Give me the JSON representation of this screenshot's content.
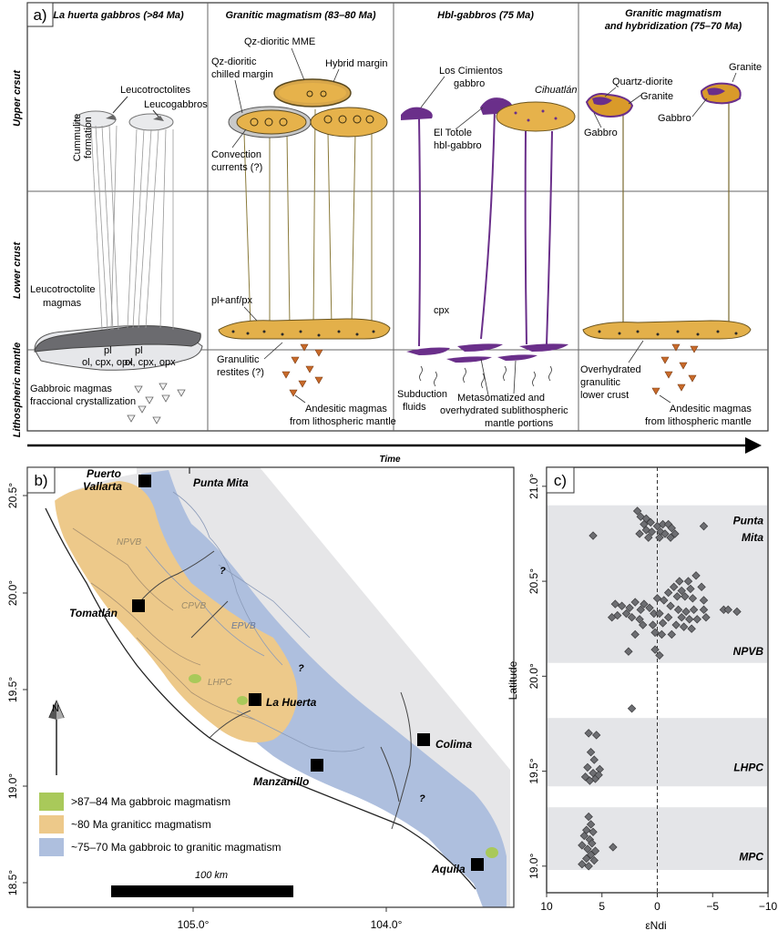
{
  "panel_a": {
    "tag": "a)",
    "headers": [
      "La huerta gabbros (>84 Ma)",
      "Granitic magmatism (83–80 Ma)",
      "Hbl-gabbros (75 Ma)",
      "Granitic magmatism",
      "and hybridization (75–70 Ma)"
    ],
    "rows": [
      "Upper crsut",
      "Lower crust",
      "Lithospheric mantle"
    ],
    "labels": {
      "cummulite": "Cummulite",
      "formation": "formation",
      "leucotroctolites": "Leucotroctolites",
      "leucogabbros": "Leucogabbros",
      "leucotroctolite": "Leucotroctolite",
      "magmas": "magmas",
      "pl1": "pl",
      "pl2": "pl",
      "ol1": "ol, cpx, opx",
      "ol2": "ol, cpx, opx",
      "gabbroic1": "Gabbroic magmas",
      "gabbroic2": "fraccional crystallization",
      "qzmme": "Qz-dioritic MME",
      "hybrid": "Hybrid margin",
      "qzchill1": "Qz-dioritic",
      "qzchill2": "chilled margin",
      "convection1": "Convection",
      "convection2": "currents (?)",
      "planf": "pl+anf/px",
      "granulitic1": "Granulitic",
      "granulitic2": "restites (?)",
      "andesitic1": "Andesitic magmas",
      "andesitic2": "from lithospheric mantle",
      "loscim1": "Los Cimientos",
      "loscim2": "gabbro",
      "cihuatlan": "Cihuatlán",
      "totole1": "El Totole",
      "totole2": "hbl-gabbro",
      "cpx": "cpx",
      "subduction1": "Subduction",
      "subduction2": "fluids",
      "metasom1": "Metasomatized and",
      "metasom2": "overhydrated sublithospheric",
      "metasom3": "mantle portions",
      "quartzdiorite": "Quartz-diorite",
      "granite1": "Granite",
      "granite2": "Granite",
      "gabbro1": "Gabbro",
      "gabbro2": "Gabbro",
      "overhyd1": "Overhydrated",
      "overhyd2": "granulitic",
      "overhyd3": "lower crust",
      "andesitic3": "Andesitic magmas",
      "andesitic4": "from lithospheric mantle"
    },
    "time_label": "Time"
  },
  "panel_b": {
    "tag": "b)",
    "towns": [
      "Puerto",
      "Vallarta",
      "Punta Mita",
      "Tomatlán",
      "La Huerta",
      "Colima",
      "Manzanillo",
      "Aquila"
    ],
    "units": [
      "NPVB",
      "CPVB",
      "EPVB",
      "LHPC"
    ],
    "question": "?",
    "north": "N",
    "legend": [
      {
        "label": ">87–84 Ma gabbroic magmatism",
        "color": "#a9c95a"
      },
      {
        "label": "~80 Ma graniticc magmatism",
        "color": "#edc98a"
      },
      {
        "label": "~75–70 Ma gabbroic to granitic magmatism",
        "color": "#aebfde"
      }
    ],
    "scale_label": "100 km",
    "x_ticks": [
      "105.0°",
      "104.0°"
    ],
    "y_ticks": [
      "20.5°",
      "20.0°",
      "19.5°",
      "19.0°",
      "18.5°"
    ]
  },
  "chart_data": {
    "type": "scatter",
    "tag": "c)",
    "xlabel": "εNdi",
    "ylabel": "Latitude",
    "xlim": [
      10,
      -10
    ],
    "ylim": [
      18.86,
      21.1
    ],
    "x_ticks": [
      10,
      5,
      0,
      -5,
      -10
    ],
    "x_tick_labels": [
      "10",
      "5",
      "0",
      "−5",
      "−10"
    ],
    "y_ticks": [
      19.0,
      19.5,
      20.0,
      20.5,
      21.0
    ],
    "y_tick_labels": [
      "19.0°",
      "19.5°",
      "20.0°",
      "20.5°",
      "21.0°"
    ],
    "bands": [
      {
        "label": "Punta",
        "label2": "Mita",
        "lat_min": 20.07,
        "lat_max": 20.9
      },
      {
        "label": "NPVB",
        "label2": "",
        "lat_min": 20.07,
        "lat_max": 20.07
      },
      {
        "label": "LHPC",
        "label2": "",
        "lat_min": 19.42,
        "lat_max": 19.78
      },
      {
        "label": "MPC",
        "label2": "",
        "lat_min": 18.98,
        "lat_max": 19.31
      }
    ],
    "points": [
      [
        1.8,
        20.87
      ],
      [
        1.5,
        20.84
      ],
      [
        1.0,
        20.83
      ],
      [
        0.6,
        20.81
      ],
      [
        1.2,
        20.8
      ],
      [
        0.0,
        20.79
      ],
      [
        -0.5,
        20.8
      ],
      [
        -1.0,
        20.8
      ],
      [
        -1.3,
        20.78
      ],
      [
        1.0,
        20.77
      ],
      [
        0.5,
        20.76
      ],
      [
        -0.3,
        20.76
      ],
      [
        -0.7,
        20.75
      ],
      [
        1.6,
        20.75
      ],
      [
        0.8,
        20.73
      ],
      [
        -0.2,
        20.73
      ],
      [
        -1.2,
        20.73
      ],
      [
        5.8,
        20.74
      ],
      [
        -4.2,
        20.79
      ],
      [
        -1.6,
        20.75
      ],
      [
        -2.0,
        20.5
      ],
      [
        -2.8,
        20.5
      ],
      [
        -3.5,
        20.53
      ],
      [
        -1.5,
        20.47
      ],
      [
        -2.2,
        20.45
      ],
      [
        -3.0,
        20.46
      ],
      [
        -4.0,
        20.47
      ],
      [
        -1.0,
        20.44
      ],
      [
        -1.8,
        20.42
      ],
      [
        -2.5,
        20.42
      ],
      [
        -3.2,
        20.41
      ],
      [
        -4.2,
        20.4
      ],
      [
        0.0,
        20.41
      ],
      [
        -0.6,
        20.4
      ],
      [
        1.2,
        20.38
      ],
      [
        2.5,
        20.36
      ],
      [
        3.2,
        20.37
      ],
      [
        3.8,
        20.38
      ],
      [
        2.0,
        20.39
      ],
      [
        1.5,
        20.35
      ],
      [
        0.7,
        20.36
      ],
      [
        -1.2,
        20.37
      ],
      [
        -1.9,
        20.35
      ],
      [
        -2.6,
        20.34
      ],
      [
        -3.3,
        20.35
      ],
      [
        -4.2,
        20.35
      ],
      [
        -6.0,
        20.35
      ],
      [
        -6.4,
        20.35
      ],
      [
        -7.2,
        20.34
      ],
      [
        0.3,
        20.33
      ],
      [
        -0.2,
        20.33
      ],
      [
        2.8,
        20.33
      ],
      [
        3.6,
        20.32
      ],
      [
        4.1,
        20.31
      ],
      [
        2.3,
        20.31
      ],
      [
        1.6,
        20.3
      ],
      [
        -1.0,
        20.31
      ],
      [
        -2.2,
        20.31
      ],
      [
        -2.9,
        20.3
      ],
      [
        -3.6,
        20.3
      ],
      [
        -4.4,
        20.31
      ],
      [
        -1.7,
        20.27
      ],
      [
        -2.4,
        20.26
      ],
      [
        -3.1,
        20.25
      ],
      [
        0.2,
        20.23
      ],
      [
        -0.4,
        20.22
      ],
      [
        -1.3,
        20.22
      ],
      [
        2.0,
        20.22
      ],
      [
        1.3,
        20.27
      ],
      [
        -0.5,
        20.28
      ],
      [
        0.4,
        20.27
      ],
      [
        0.2,
        20.14
      ],
      [
        -0.2,
        20.11
      ],
      [
        2.6,
        20.13
      ],
      [
        2.3,
        19.83
      ],
      [
        6.2,
        19.7
      ],
      [
        5.5,
        19.69
      ],
      [
        6.0,
        19.6
      ],
      [
        5.7,
        19.56
      ],
      [
        6.3,
        19.52
      ],
      [
        5.2,
        19.51
      ],
      [
        5.8,
        19.49
      ],
      [
        6.5,
        19.47
      ],
      [
        5.6,
        19.46
      ],
      [
        6.1,
        19.45
      ],
      [
        5.3,
        19.48
      ],
      [
        6.2,
        19.26
      ],
      [
        6.0,
        19.22
      ],
      [
        6.4,
        19.19
      ],
      [
        5.8,
        19.18
      ],
      [
        6.6,
        19.16
      ],
      [
        6.1,
        19.14
      ],
      [
        5.9,
        19.12
      ],
      [
        6.8,
        19.11
      ],
      [
        6.3,
        19.09
      ],
      [
        5.6,
        19.08
      ],
      [
        4.0,
        19.1
      ],
      [
        6.0,
        19.06
      ],
      [
        6.4,
        19.04
      ],
      [
        5.7,
        19.03
      ],
      [
        6.8,
        19.01
      ],
      [
        6.2,
        19.0
      ]
    ]
  }
}
